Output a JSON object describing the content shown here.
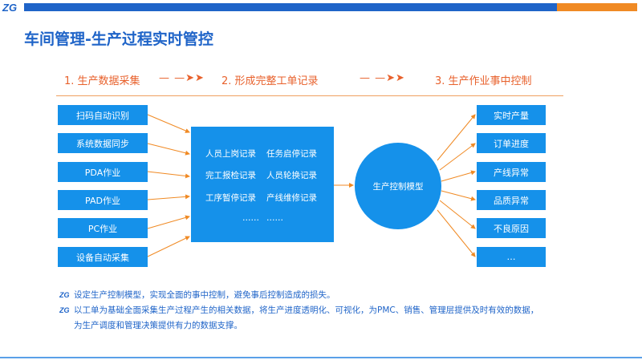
{
  "page": {
    "title": "车间管理-生产过程实时管控",
    "logo_text": "ZG"
  },
  "steps": [
    {
      "label": "1. 生产数据采集"
    },
    {
      "label": "2. 形成完整工单记录"
    },
    {
      "label": "3. 生产作业事中控制"
    }
  ],
  "step_arrow": "— —➤➤",
  "inputs": [
    "扫码自动识别",
    "系统数据同步",
    "PDA作业",
    "PAD作业",
    "PC作业",
    "设备自动采集"
  ],
  "records": {
    "row1": [
      "人员上岗记录",
      "任务启停记录"
    ],
    "row2": [
      "完工报检记录",
      "人员轮换记录"
    ],
    "row3": [
      "工序暂停记录",
      "产线维修记录"
    ],
    "row4": [
      "……",
      "……"
    ]
  },
  "model": {
    "label": "生产控制模型"
  },
  "outputs": [
    "实时产量",
    "订单进度",
    "产线异常",
    "品质异常",
    "不良原因",
    "…"
  ],
  "notes": {
    "line1": "设定生产控制模型，实现全面的事中控制，避免事后控制造成的损失。",
    "line2": "以工单为基础全面采集生产过程产生的相关数据，将生产进度透明化、可视化，为PMC、销售、管理层提供及时有效的数据，",
    "line3": "为生产调度和管理决策提供有力的数据支撑。"
  },
  "colors": {
    "primary": "#1f64c8",
    "box": "#1591ea",
    "accent": "#e8612c",
    "orange_bar": "#f08a24"
  }
}
